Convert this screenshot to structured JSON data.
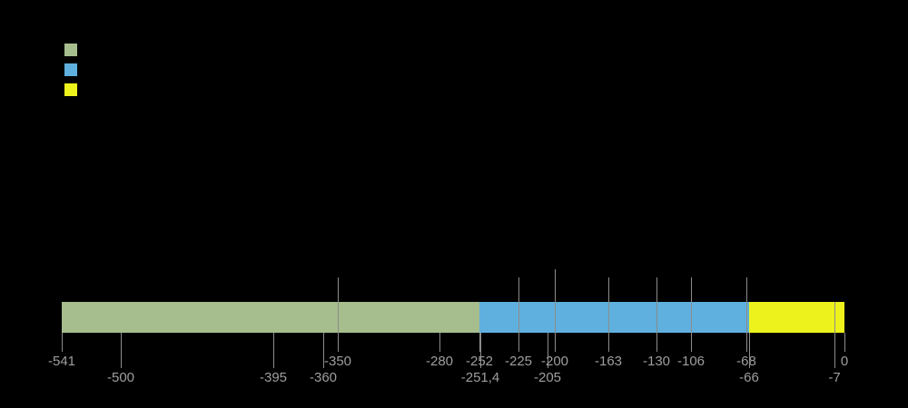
{
  "colors": {
    "background": "#000000",
    "tick_line": "#8c8c8c",
    "tick_label": "#9e9e9e",
    "segment_green": "#a6bd8e",
    "segment_blue": "#5fb0de",
    "segment_yellow": "#edf21c"
  },
  "legend": {
    "position": "top-left",
    "items": [
      {
        "name": "legend-swatch-green",
        "color": "#a6bd8e"
      },
      {
        "name": "legend-swatch-blue",
        "color": "#5fb0de"
      },
      {
        "name": "legend-swatch-yellow",
        "color": "#edf21c"
      }
    ]
  },
  "chart_data": {
    "type": "bar",
    "subtype": "horizontal-timeline",
    "title": "",
    "xlabel": "",
    "ylabel": "",
    "xlim": [
      -541,
      0
    ],
    "grid": false,
    "legend_position": "top-left",
    "segments": [
      {
        "start": -541,
        "end": -252,
        "color": "#a6bd8e"
      },
      {
        "start": -252,
        "end": -66,
        "color": "#5fb0de"
      },
      {
        "start": -66,
        "end": 0,
        "color": "#edf21c"
      }
    ],
    "ticks": [
      {
        "value": -541,
        "label": "-541",
        "row": 1,
        "above": false
      },
      {
        "value": -500,
        "label": "-500",
        "row": 2,
        "above": false
      },
      {
        "value": -395,
        "label": "-395",
        "row": 2,
        "above": false
      },
      {
        "value": -360,
        "label": "-360",
        "row": 2,
        "above": false
      },
      {
        "value": -350,
        "label": "-350",
        "row": 1,
        "above": true
      },
      {
        "value": -280,
        "label": "-280",
        "row": 1,
        "above": false
      },
      {
        "value": -252,
        "label": "-252",
        "row": 1,
        "above": false
      },
      {
        "value": -251.4,
        "label": "-251,4",
        "row": 2,
        "above": false
      },
      {
        "value": -225,
        "label": "-225",
        "row": 1,
        "above": true
      },
      {
        "value": -205,
        "label": "-205",
        "row": 2,
        "above": false
      },
      {
        "value": -200,
        "label": "-200",
        "row": 1,
        "above": true,
        "tall": true
      },
      {
        "value": -163,
        "label": "-163",
        "row": 1,
        "above": true
      },
      {
        "value": -130,
        "label": "-130",
        "row": 1,
        "above": true
      },
      {
        "value": -106,
        "label": "-106",
        "row": 1,
        "above": true
      },
      {
        "value": -68,
        "label": "-68",
        "row": 1,
        "above": true
      },
      {
        "value": -66,
        "label": "-66",
        "row": 2,
        "above": false
      },
      {
        "value": -7,
        "label": "-7",
        "row": 2,
        "above": false,
        "cross": true
      },
      {
        "value": 0,
        "label": "0",
        "row": 1,
        "above": false
      }
    ]
  }
}
